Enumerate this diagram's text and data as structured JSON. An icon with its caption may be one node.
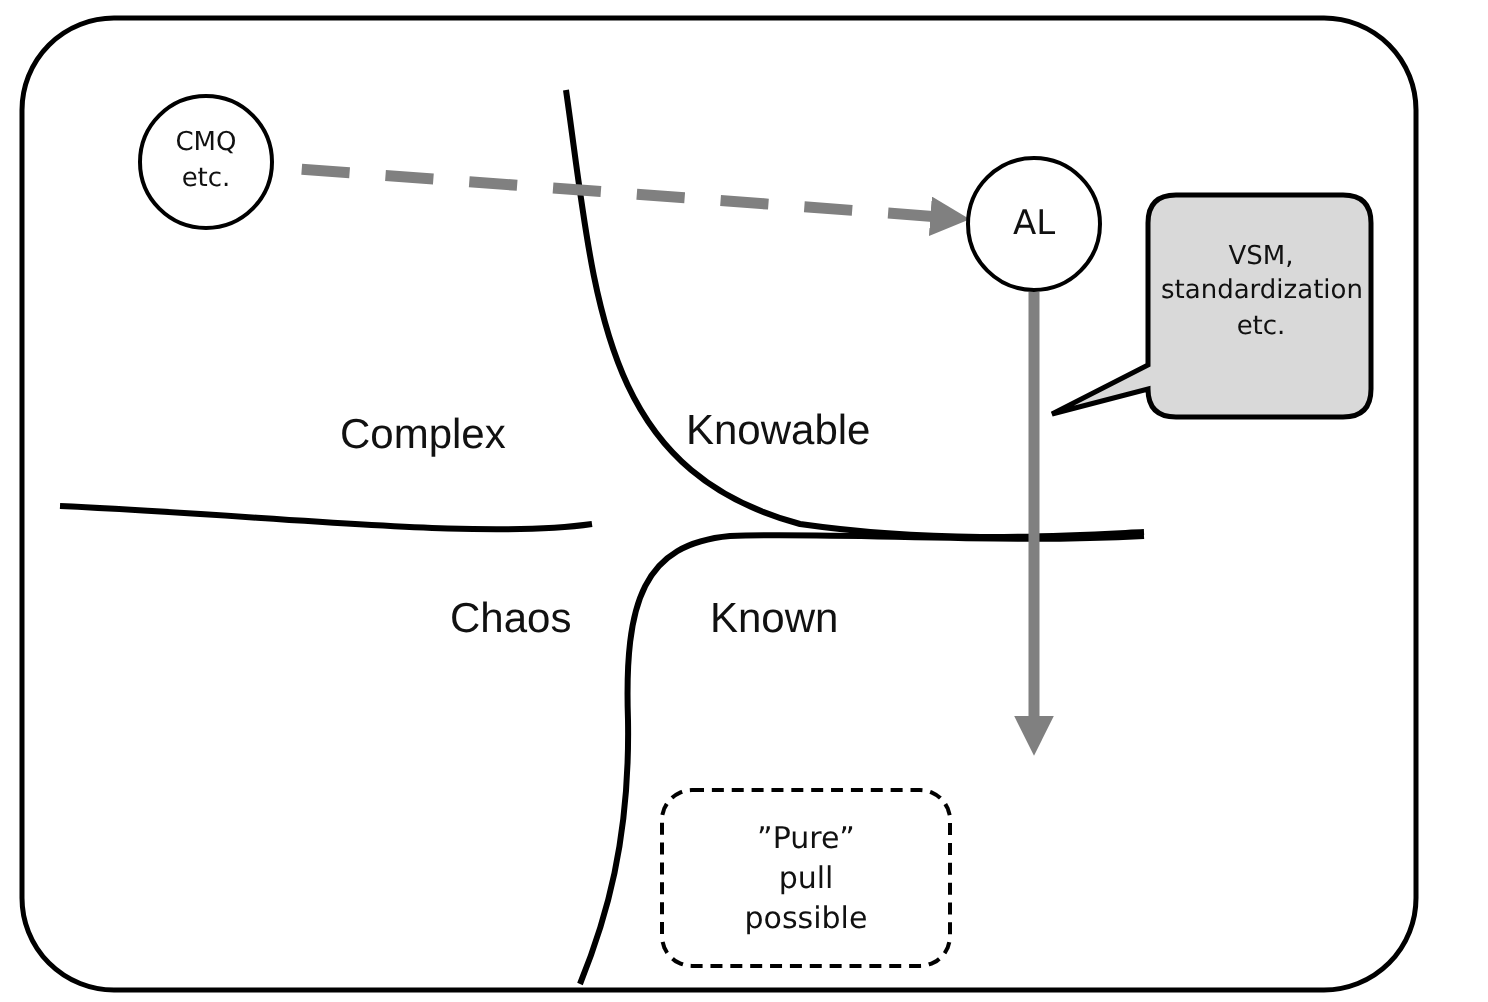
{
  "diagram": {
    "nodes": [
      {
        "text": [
          "CMQ etc."
        ]
      },
      {
        "text": [
          "AL"
        ]
      },
      {
        "text": [
          "VSM, standardization etc."
        ]
      },
      {
        "text": [
          "”Pure” pull possible"
        ]
      }
    ],
    "edges": [
      {
        "from": 0,
        "to": 1,
        "arrow": "to",
        "style": "dashed"
      },
      {
        "from": 1,
        "to": null,
        "arrow": "to"
      }
    ],
    "labels": [
      "Complex",
      "Knowable",
      "Chaos",
      "Known"
    ]
  }
}
